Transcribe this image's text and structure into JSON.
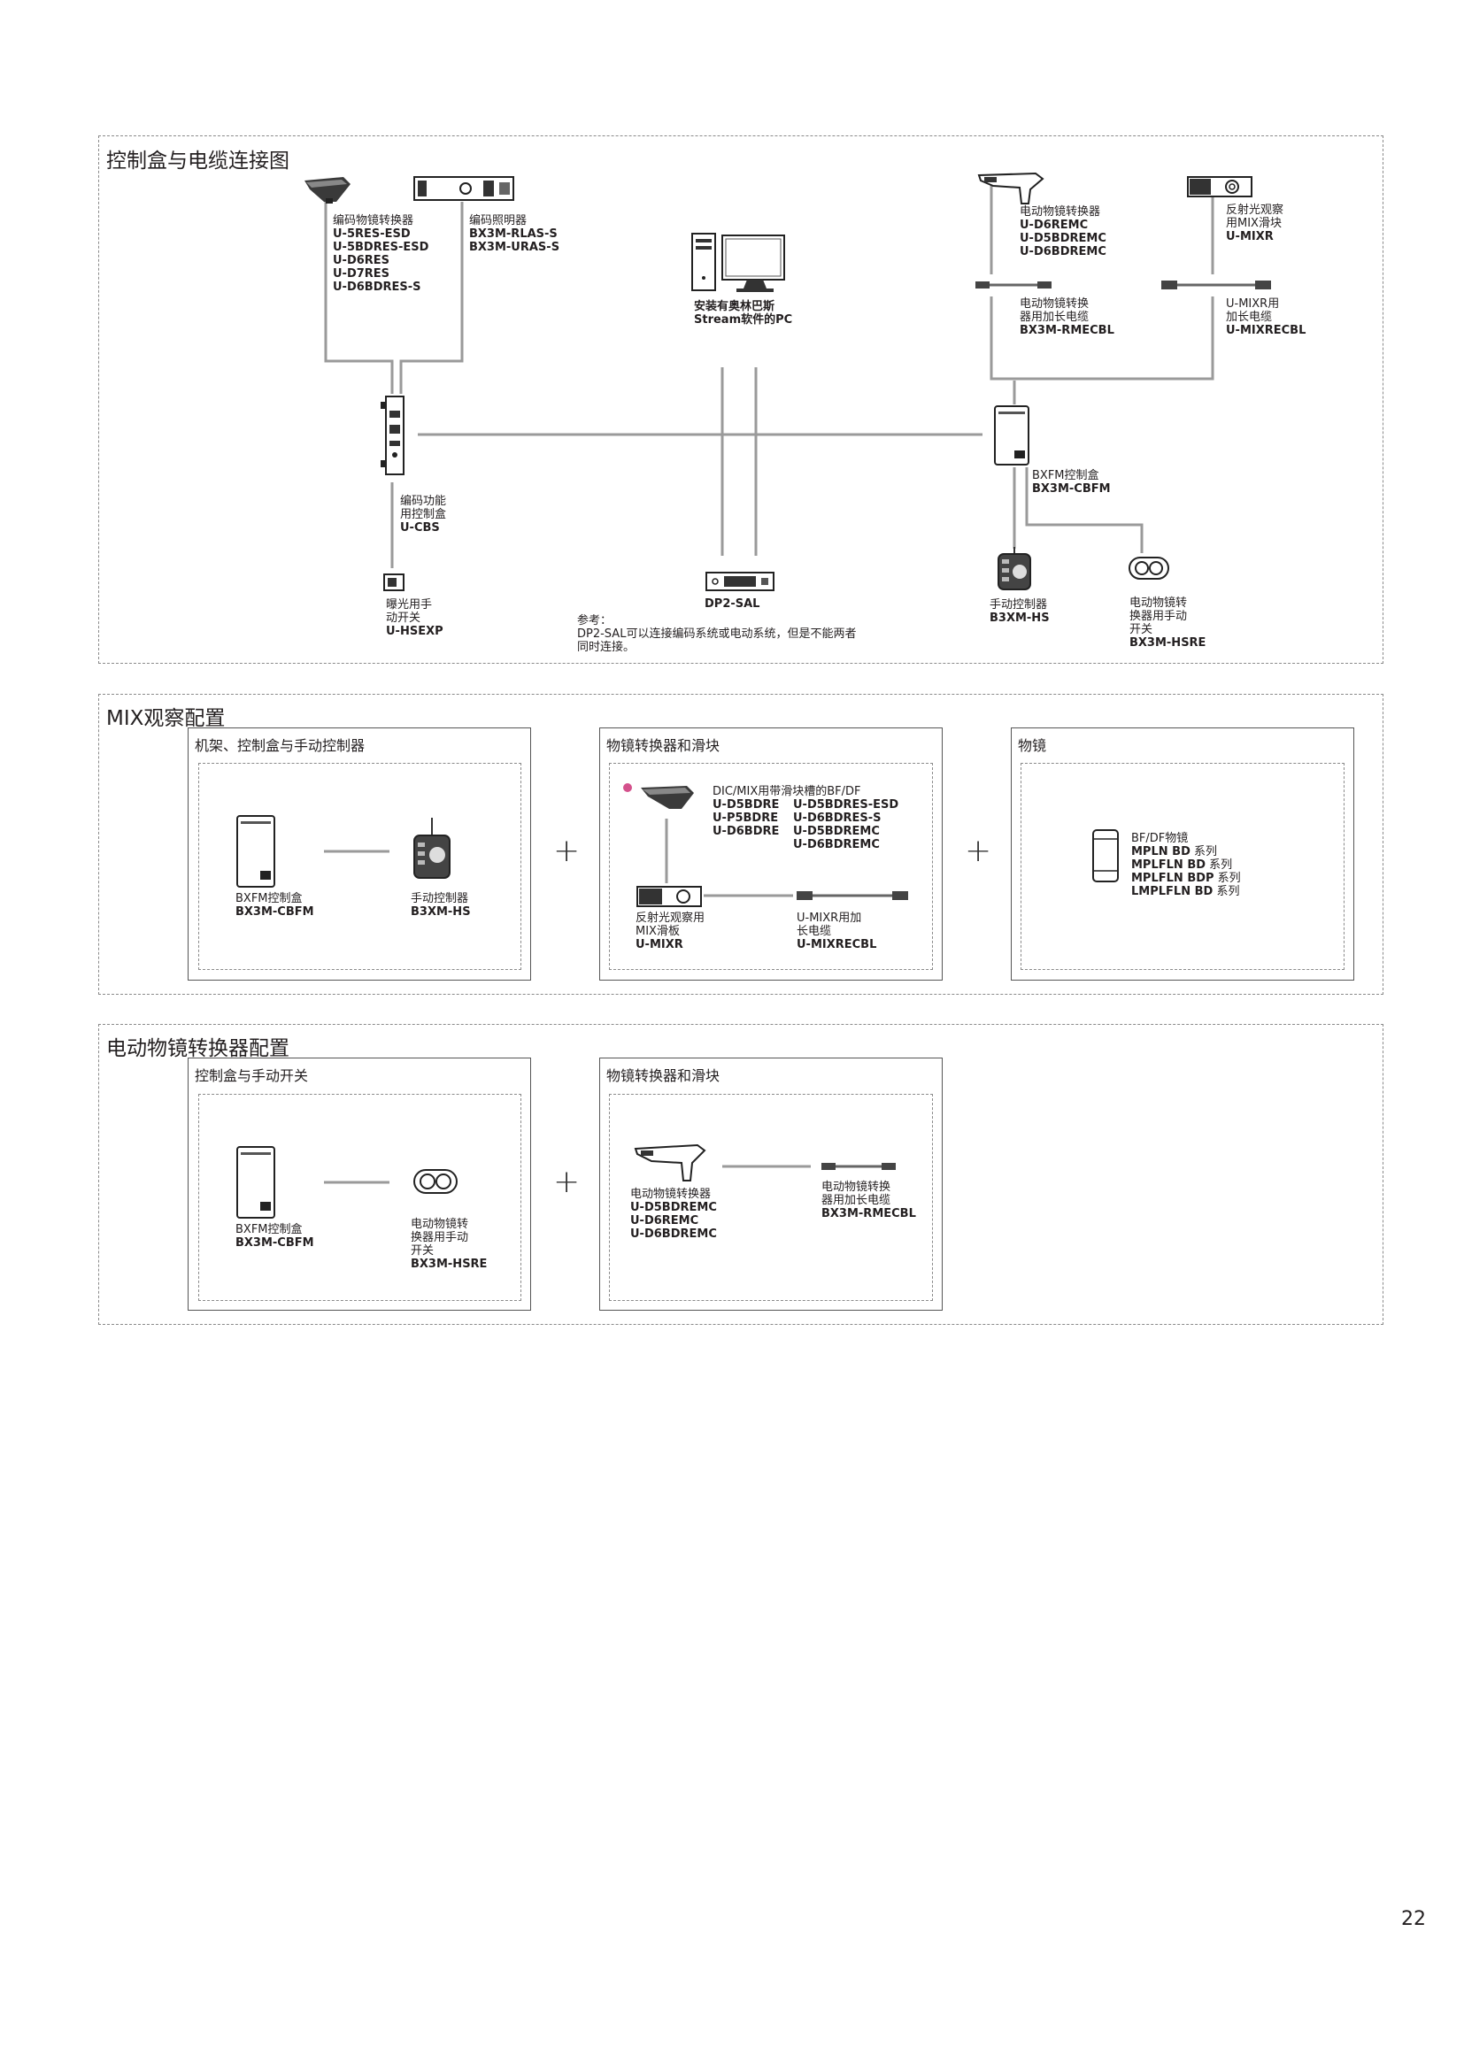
{
  "sections": {
    "s1_title": "控制盒与电缆连接图",
    "s2_title": "MIX观察配置",
    "s3_title": "电动物镜转换器配置"
  },
  "s1": {
    "encoded_nosepiece": {
      "name": "编码物镜转换器",
      "models": [
        "U-5RES-ESD",
        "U-5BDRES-ESD",
        "U-D6RES",
        "U-D7RES",
        "U-D6BDRES-S"
      ]
    },
    "illuminator": {
      "name": "编码照明器",
      "models": [
        "BX3M-RLAS-S",
        "BX3M-URAS-S"
      ]
    },
    "pc": {
      "lines": [
        "安装有奥林巴斯",
        "Stream软件的PC"
      ]
    },
    "motor_nosepiece": {
      "name": "电动物镜转换器",
      "models": [
        "U-D6REMC",
        "U-D5BDREMC",
        "U-D6BDREMC"
      ]
    },
    "mix_slider": {
      "lines": [
        "反射光观察",
        "用MIX滑块"
      ],
      "model": "U-MIXR"
    },
    "rme_cable": {
      "lines": [
        "电动物镜转换",
        "器用加长电缆"
      ],
      "model": "BX3M-RMECBL"
    },
    "mix_cable": {
      "lines": [
        "U-MIXR用",
        "加长电缆"
      ],
      "model": "U-MIXRECBL"
    },
    "cbs": {
      "lines": [
        "编码功能",
        "用控制盒"
      ],
      "model": "U-CBS"
    },
    "cbfm": {
      "name": "BXFM控制盒",
      "model": "BX3M-CBFM"
    },
    "hsexp": {
      "lines": [
        "曝光用手",
        "动开关"
      ],
      "model": "U-HSEXP"
    },
    "dp2": {
      "model": "DP2-SAL"
    },
    "note": {
      "head": "参考：",
      "text1": "DP2-SAL可以连接编码系统或电动系统，但是不能两者",
      "text2": "同时连接。"
    },
    "hs": {
      "name": "手动控制器",
      "model": "B3XM-HS"
    },
    "hsre": {
      "lines": [
        "电动物镜转",
        "换器用手动",
        "开关"
      ],
      "model": "BX3M-HSRE"
    }
  },
  "s2": {
    "p1_title": "机架、控制盒与手动控制器",
    "p2_title": "物镜转换器和滑块",
    "p3_title": "物镜",
    "cbfm": {
      "name": "BXFM控制盒",
      "model": "BX3M-CBFM"
    },
    "hs": {
      "name": "手动控制器",
      "model": "B3XM-HS"
    },
    "dic": {
      "name": "DIC/MIX用带滑块槽的BF/DF",
      "col1": [
        "U-D5BDRE",
        "U-P5BDRE",
        "U-D6BDRE"
      ],
      "col2": [
        "U-D5BDRES-ESD",
        "U-D6BDRES-S",
        "U-D5BDREMC",
        "U-D6BDREMC"
      ]
    },
    "mixr": {
      "lines": [
        "反射光观察用",
        "MIX滑板"
      ],
      "model": "U-MIXR"
    },
    "mixcbl": {
      "lines": [
        "U-MIXR用加",
        "长电缆"
      ],
      "model": "U-MIXRECBL"
    },
    "obj": {
      "name": "BF/DF物镜",
      "items": [
        {
          "b": "MPLN BD",
          "n": " 系列"
        },
        {
          "b": "MPLFLN BD",
          "n": " 系列"
        },
        {
          "b": "MPLFLN BDP",
          "n": " 系列"
        },
        {
          "b": "LMPLFLN BD",
          "n": " 系列"
        }
      ]
    },
    "plus": "+"
  },
  "s3": {
    "p1_title": "控制盒与手动开关",
    "p2_title": "物镜转换器和滑块",
    "cbfm": {
      "name": "BXFM控制盒",
      "model": "BX3M-CBFM"
    },
    "hsre": {
      "lines": [
        "电动物镜转",
        "换器用手动",
        "开关"
      ],
      "model": "BX3M-HSRE"
    },
    "nose": {
      "name": "电动物镜转换器",
      "models": [
        "U-D5BDREMC",
        "U-D6REMC",
        "U-D6BDREMC"
      ]
    },
    "cbl": {
      "lines": [
        "电动物镜转换",
        "器用加长电缆"
      ],
      "model": "BX3M-RMECBL"
    },
    "plus": "+"
  },
  "page_number": "22"
}
